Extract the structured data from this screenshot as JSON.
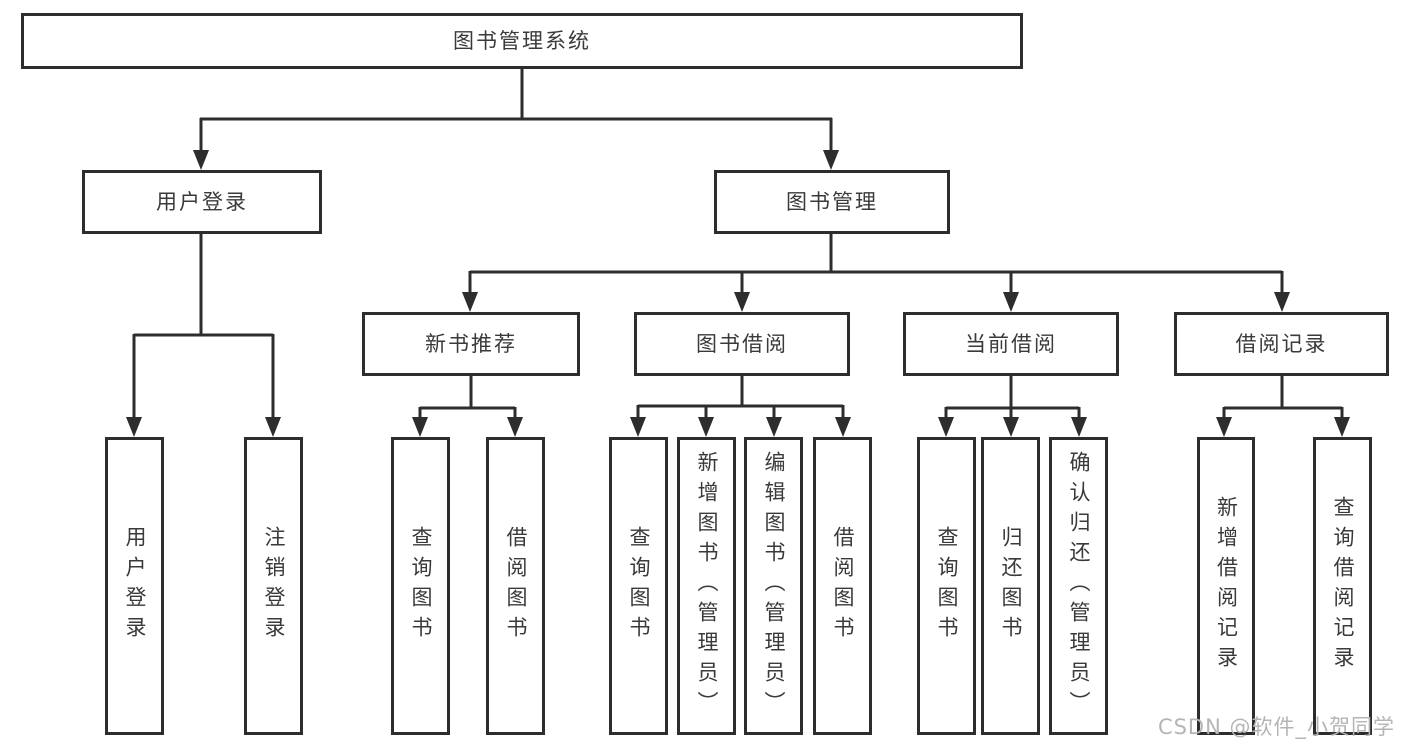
{
  "nodes": {
    "root": "图书管理系统",
    "user_login": "用户登录",
    "book_management": "图书管理",
    "new_book_recommend": "新书推荐",
    "book_borrow": "图书借阅",
    "current_borrow": "当前借阅",
    "borrow_records": "借阅记录",
    "login": "用户登录",
    "logout": "注销登录",
    "rec_query_book": "查询图书",
    "rec_borrow_book": "借阅图书",
    "bb_query_book": "查询图书",
    "bb_add_book": "新增图书（管理员）",
    "bb_edit_book": "编辑图书（管理员）",
    "bb_borrow_book": "借阅图书",
    "cb_query_book": "查询图书",
    "cb_return_book": "归还图书",
    "cb_confirm_return": "确认归还（管理员）",
    "br_add_record": "新增借阅记录",
    "br_query_record": "查询借阅记录"
  },
  "watermark": "CSDN @软件_小贺同学",
  "colors": {
    "line": "#2d2d2d",
    "text": "#3a3a3a",
    "watermark": "#b5b5b5"
  }
}
